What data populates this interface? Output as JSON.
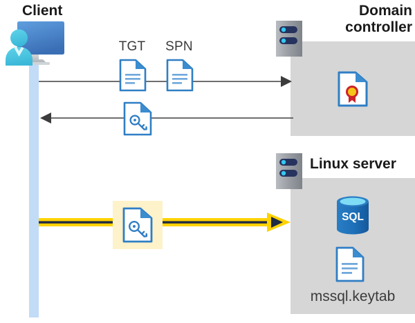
{
  "diagram": {
    "title_client": "Client",
    "title_domain_controller": "Domain\ncontroller",
    "title_linux_server": "Linux server",
    "labels": {
      "tgt": "TGT",
      "spn": "SPN",
      "keytab_file": "mssql.keytab",
      "sql_text": "SQL"
    },
    "icons": {
      "client": "client-workstation-icon",
      "server_dc": "server-rack-icon",
      "server_linux": "server-rack-icon",
      "tgt_doc": "document-icon",
      "spn_doc": "document-icon",
      "ticket_key_doc": "document-key-icon",
      "service_key_doc": "document-key-icon",
      "certificate": "certificate-document-icon",
      "database": "sql-database-icon",
      "keytab_doc": "document-icon"
    },
    "arrows": [
      {
        "name": "client-to-dc-request",
        "direction": "right",
        "style": "thin-gray"
      },
      {
        "name": "dc-to-client-ticket",
        "direction": "left",
        "style": "thin-gray"
      },
      {
        "name": "client-to-linux-service-ticket",
        "direction": "right",
        "style": "thick-yellow"
      }
    ],
    "colors": {
      "panel_gray": "#d6d6d6",
      "lifeline_blue": "#c2dbf7",
      "highlight_yellow": "#fdf2c9",
      "arrow_gray": "#5a5a5a",
      "arrow_yellow": "#ffd200",
      "arrow_yellow_core": "#1f2a44",
      "doc_blue": "#2f7ec4",
      "sql_blue": "#1d6fb8",
      "cert_red": "#cc2229",
      "cert_gold": "#f5c518",
      "title_black": "#1a1a1a",
      "label_gray": "#3b3b3b"
    }
  }
}
